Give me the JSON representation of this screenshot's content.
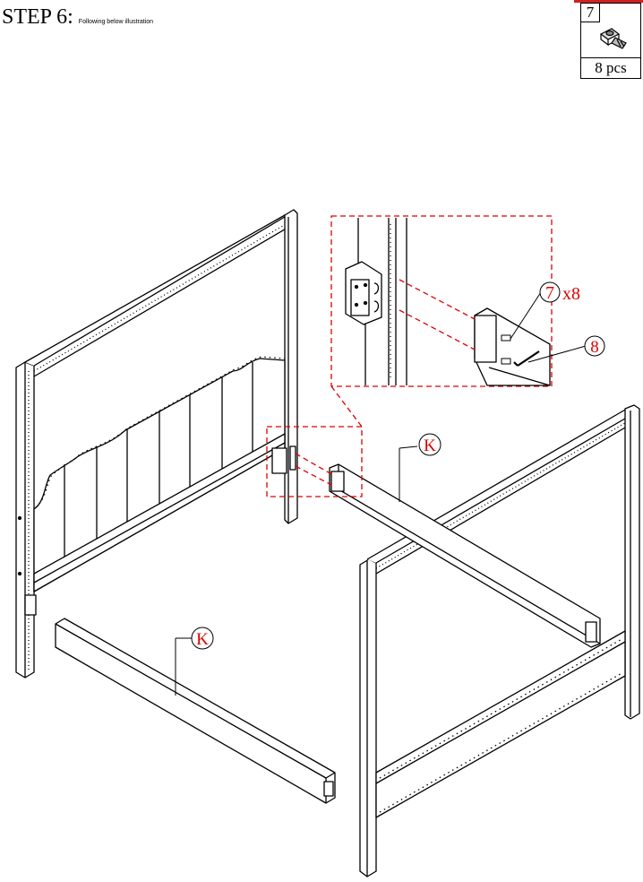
{
  "header": {
    "step_label": "STEP 6:",
    "instruction": "Following below illustration"
  },
  "parts_box": {
    "part_number": "7",
    "quantity": "8 pcs",
    "icon": "bolt-icon"
  },
  "callouts": {
    "bolt_label": "7",
    "bolt_multiplier": "x8",
    "allen_key_label": "8",
    "rail_label_right": "K",
    "rail_label_front": "K"
  },
  "colors": {
    "accent": "#dd0000",
    "line": "#000000"
  }
}
